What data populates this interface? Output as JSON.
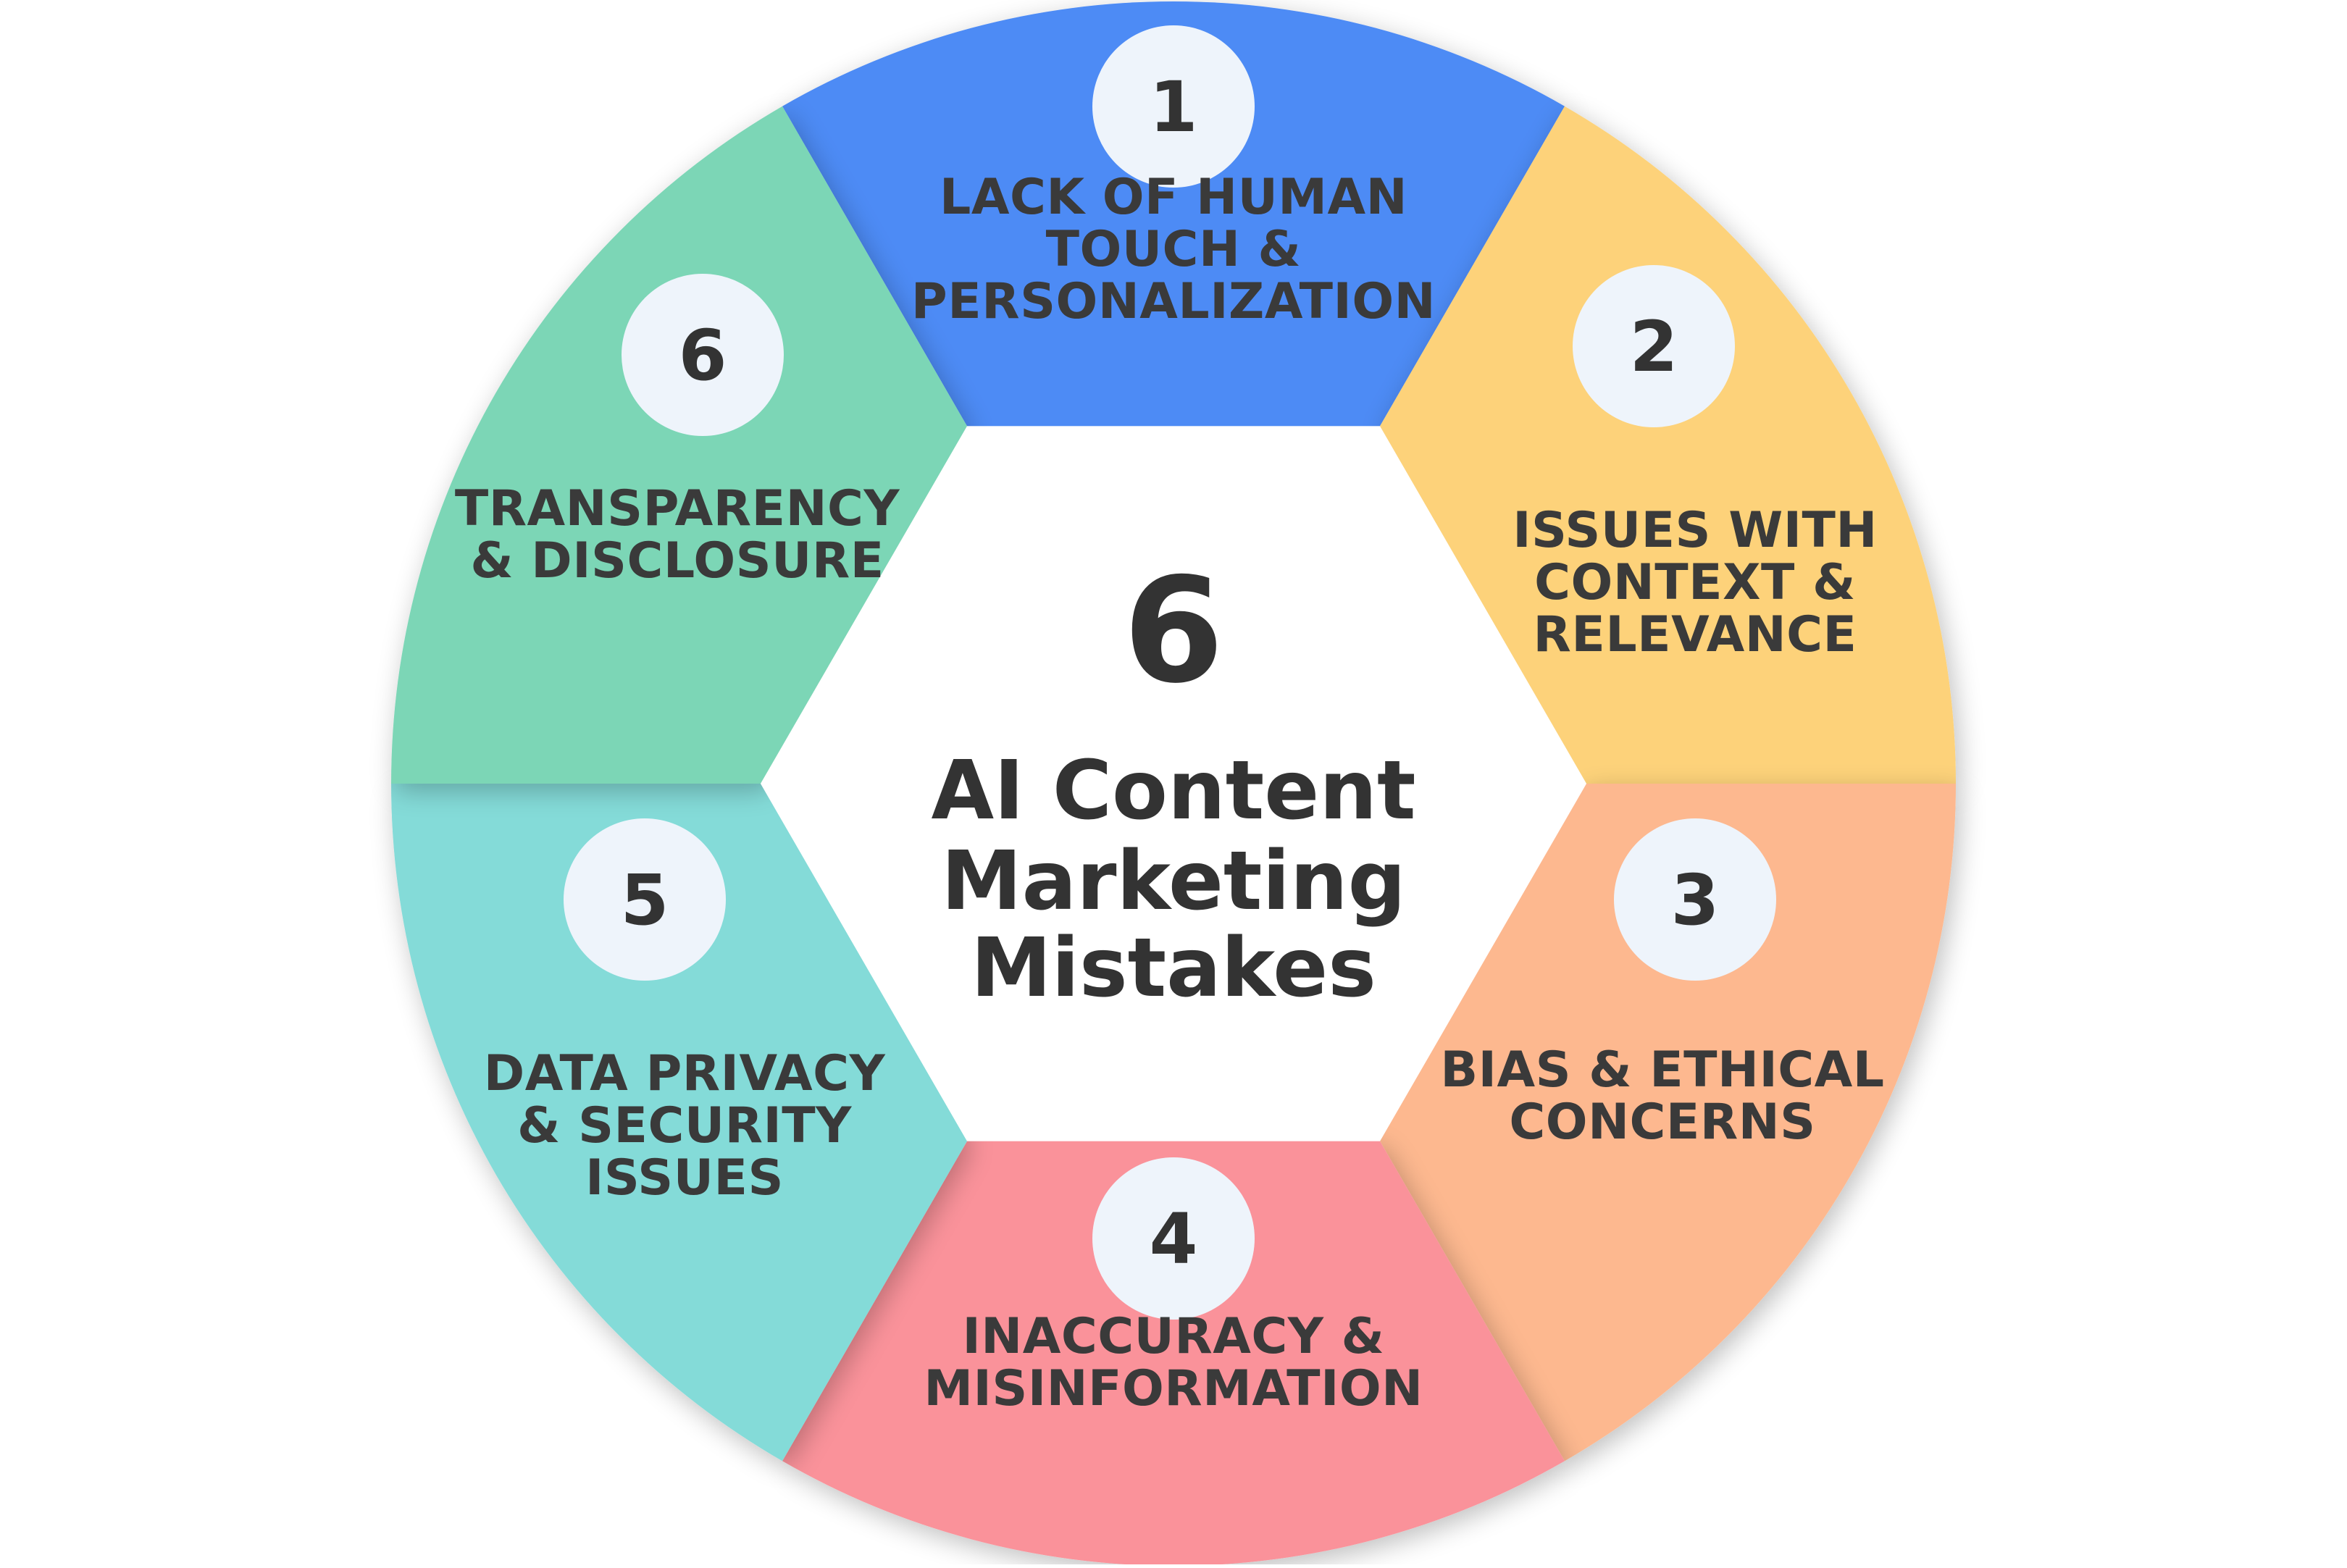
{
  "center": {
    "number": "6",
    "title_lines": [
      "AI Content",
      "Marketing",
      "Mistakes"
    ]
  },
  "segments": [
    {
      "number": "1",
      "color": "#4d8bf5",
      "lines": [
        "LACK OF HUMAN",
        "TOUCH &",
        "PERSONALIZATION"
      ]
    },
    {
      "number": "2",
      "color": "#fdd27a",
      "lines": [
        "ISSUES WITH",
        "CONTEXT &",
        "RELEVANCE"
      ]
    },
    {
      "number": "3",
      "color": "#fdb88f",
      "lines": [
        "BIAS & ETHICAL",
        "CONCERNS"
      ]
    },
    {
      "number": "4",
      "color": "#fa929a",
      "lines": [
        "INACCURACY &",
        "MISINFORMATION"
      ]
    },
    {
      "number": "5",
      "color": "#84dbd8",
      "lines": [
        "DATA PRIVACY",
        "& SECURITY",
        "ISSUES"
      ]
    },
    {
      "number": "6",
      "color": "#7cd6b6",
      "lines": [
        "TRANSPARENCY",
        "& DISCLOSURE"
      ]
    }
  ]
}
